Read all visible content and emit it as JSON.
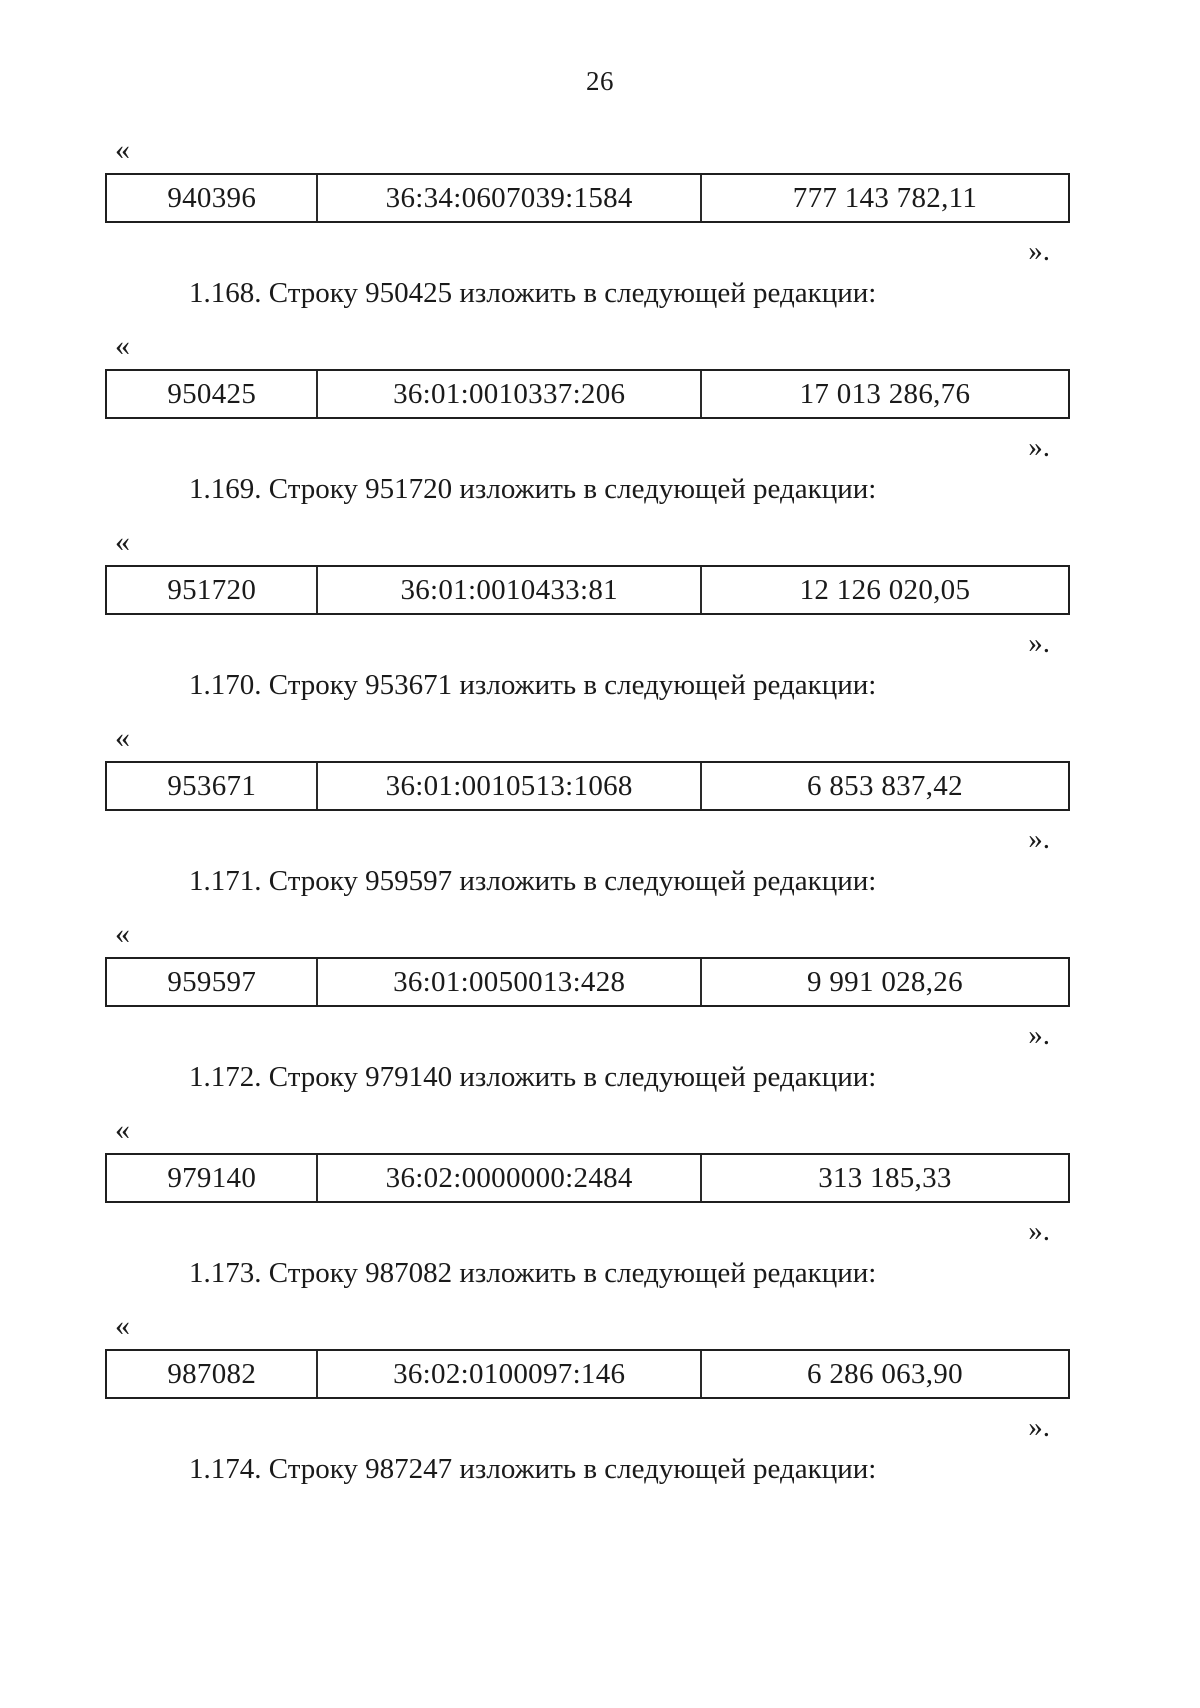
{
  "page": {
    "number": "26"
  },
  "quotes": {
    "open": "«",
    "close": "»."
  },
  "sections": [
    {
      "open_quote": "«",
      "row": {
        "code": "940396",
        "cadastral_number": "36:34:0607039:1584",
        "amount": "777 143 782,11"
      },
      "close_quote": "»."
    },
    {
      "heading": "1.168. Строку 950425 изложить в следующей редакции:",
      "open_quote": "«",
      "row": {
        "code": "950425",
        "cadastral_number": "36:01:0010337:206",
        "amount": "17 013 286,76"
      },
      "close_quote": "»."
    },
    {
      "heading": "1.169. Строку 951720 изложить в следующей редакции:",
      "open_quote": "«",
      "row": {
        "code": "951720",
        "cadastral_number": "36:01:0010433:81",
        "amount": "12 126 020,05"
      },
      "close_quote": "»."
    },
    {
      "heading": "1.170. Строку 953671 изложить в следующей редакции:",
      "open_quote": "«",
      "row": {
        "code": "953671",
        "cadastral_number": "36:01:0010513:1068",
        "amount": "6 853 837,42"
      },
      "close_quote": "»."
    },
    {
      "heading": "1.171. Строку 959597 изложить в следующей редакции:",
      "open_quote": "«",
      "row": {
        "code": "959597",
        "cadastral_number": "36:01:0050013:428",
        "amount": "9 991 028,26"
      },
      "close_quote": "»."
    },
    {
      "heading": "1.172. Строку 979140 изложить в следующей редакции:",
      "open_quote": "«",
      "row": {
        "code": "979140",
        "cadastral_number": "36:02:0000000:2484",
        "amount": "313 185,33"
      },
      "close_quote": "»."
    },
    {
      "heading": "1.173. Строку 987082 изложить в следующей редакции:",
      "open_quote": "«",
      "row": {
        "code": "987082",
        "cadastral_number": "36:02:0100097:146",
        "amount": "6 286 063,90"
      },
      "close_quote": "»."
    },
    {
      "heading": "1.174. Строку 987247 изложить в следующей редакции:"
    }
  ]
}
